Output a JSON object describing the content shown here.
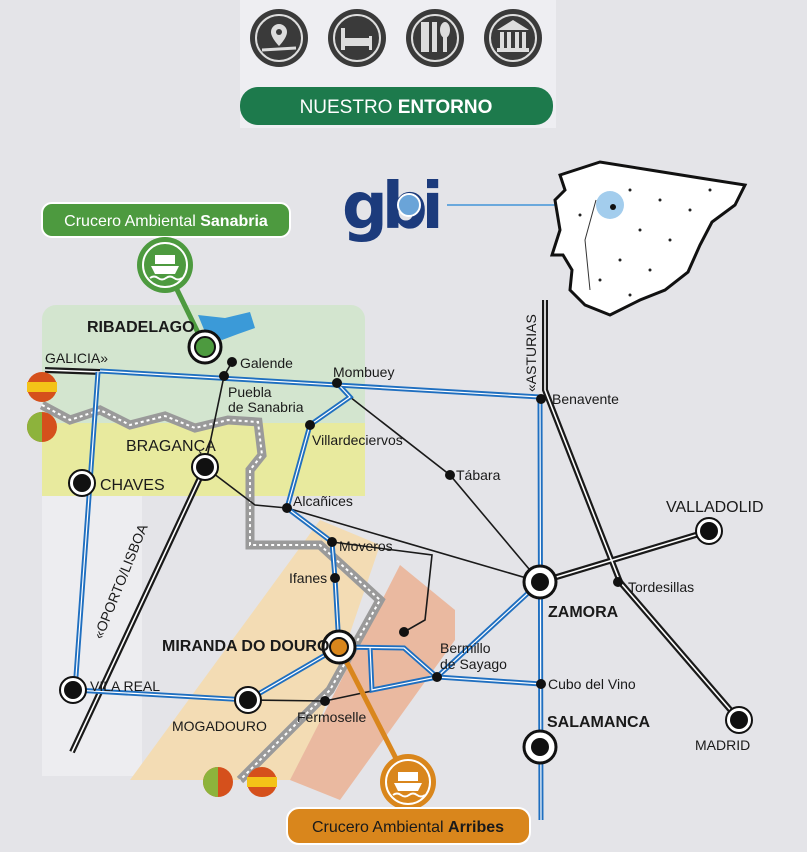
{
  "header": {
    "title_regular": "NUESTRO",
    "title_bold": "ENTORNO",
    "icons": [
      "location-pin-icon",
      "bed-icon",
      "restaurant-icon",
      "museum-icon"
    ],
    "banner_color": "#1d7a4c"
  },
  "logo": {
    "text": "gbi",
    "color": "#1c3b7c"
  },
  "cruises": [
    {
      "label_regular": "Crucero Ambiental",
      "label_bold": "Sanabria",
      "color": "#4d9a3f"
    },
    {
      "label_regular": "Crucero Ambiental",
      "label_bold": "Arribes",
      "color": "#d9861c"
    }
  ],
  "directions": {
    "galicia": "GALICIA»",
    "asturias": "«ASTURIAS",
    "oporto": "«OPORTO/LISBOA"
  },
  "cities": {
    "ribadelago": "RIBADELAGO",
    "galende": "Galende",
    "puebla1": "Puebla",
    "puebla2": "de Sanabria",
    "mombuey": "Mombuey",
    "benavente": "Benavente",
    "villardeciervos": "Villardeciervos",
    "tabara": "Tábara",
    "braganca": "BRAGANÇA",
    "chaves": "CHAVES",
    "alcanices": "Alcañices",
    "moveros": "Moveros",
    "ifanes": "Ifanes",
    "valladolid": "VALLADOLID",
    "zamora": "ZAMORA",
    "tordesillas": "Tordesillas",
    "miranda": "MIRANDA DO DOURO",
    "bermillo1": "Bermillo",
    "bermillo2": "de Sayago",
    "cubo": "Cubo del Vino",
    "vilareal": "VILA REAL",
    "mogadouro": "MOGADOURO",
    "fermoselle": "Fermoselle",
    "salamanca": "SALAMANCA",
    "madrid": "MADRID"
  },
  "colors": {
    "road_blue": "#1f6fc0",
    "border_gray": "#9a9a9a",
    "zone_green": "#d3e5cf",
    "zone_yellow": "#e8ea9e",
    "zone_peach": "#f3dcb4",
    "zone_salmon": "#eab9a0"
  }
}
